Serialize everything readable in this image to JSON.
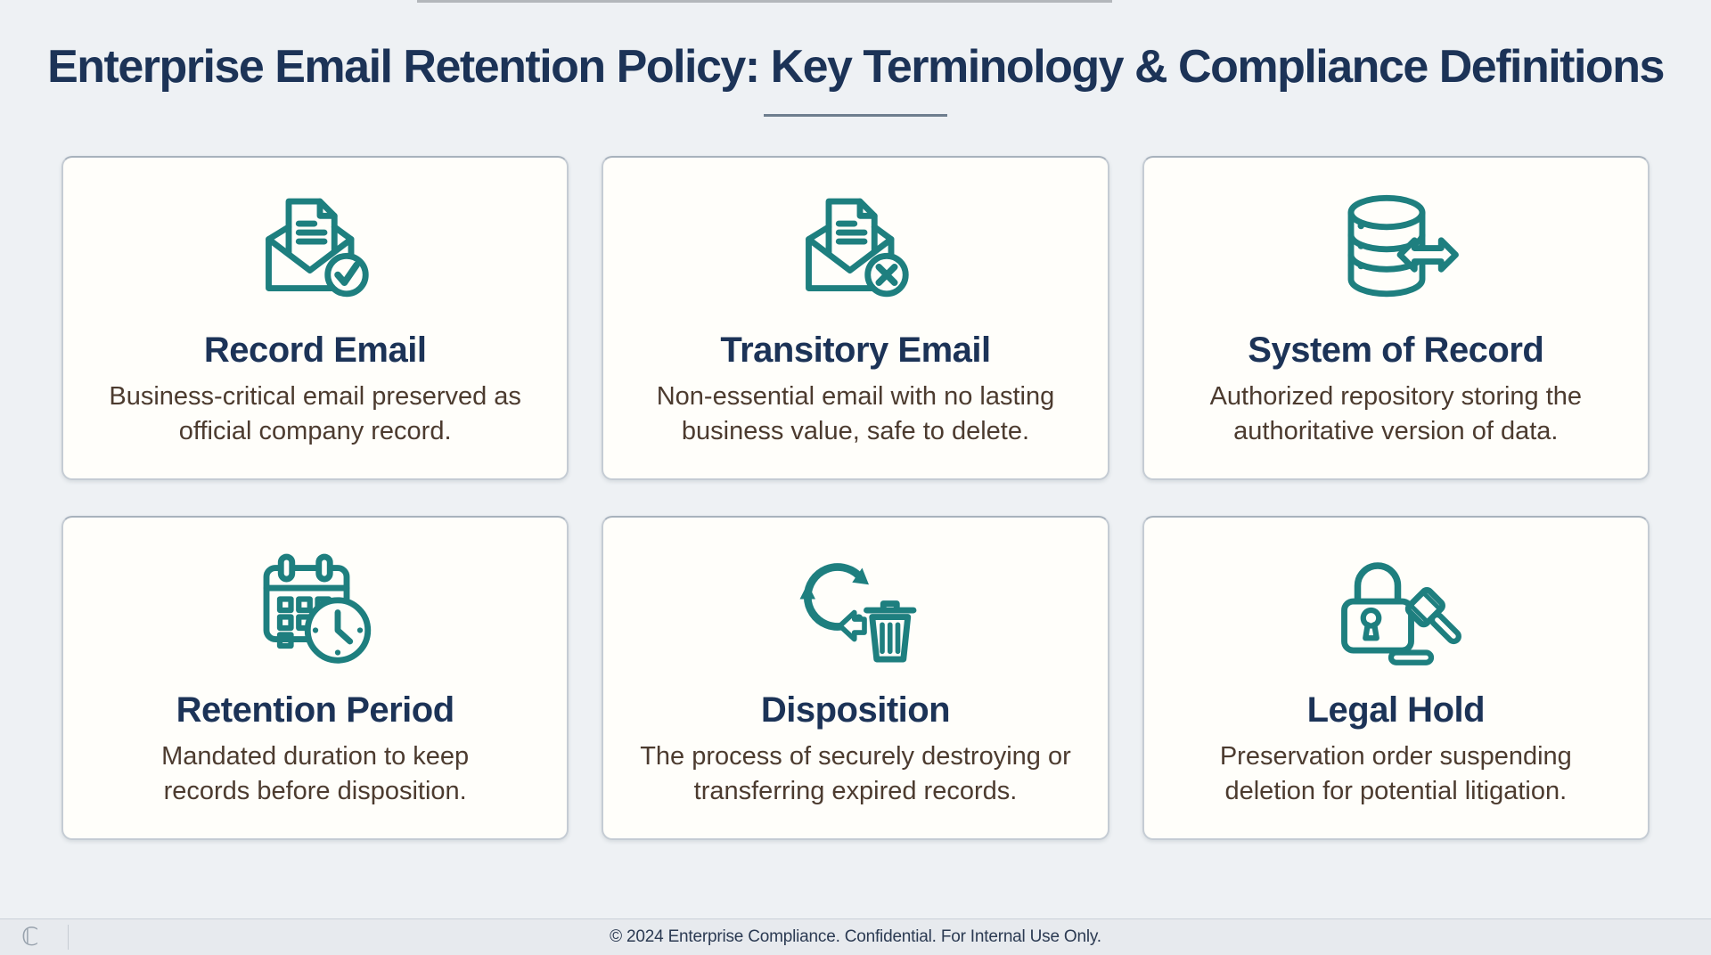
{
  "header": {
    "title": "Enterprise Email Retention Policy: Key Terminology & Compliance Definitions"
  },
  "cards": [
    {
      "title": "Record Email",
      "description": "Business-critical email preserved as official company record.",
      "icon": "envelope-document-check-icon"
    },
    {
      "title": "Transitory Email",
      "description": "Non-essential email with no lasting business value, safe to delete.",
      "icon": "envelope-document-x-icon"
    },
    {
      "title": "System of Record",
      "description": "Authorized repository storing the authoritative version of data.",
      "icon": "database-sync-arrows-icon"
    },
    {
      "title": "Retention Period",
      "description": "Mandated duration to keep records before disposition.",
      "icon": "calendar-clock-icon"
    },
    {
      "title": "Disposition",
      "description": "The process of securely destroying or transferring expired records.",
      "icon": "recycle-trash-icon"
    },
    {
      "title": "Legal Hold",
      "description": "Preservation order suspending deletion for potential litigation.",
      "icon": "padlock-gavel-icon"
    }
  ],
  "footer": {
    "copyright": "© 2024 Enterprise Compliance. Confidential. For Internal Use Only.",
    "logo_glyph": "ℂ"
  },
  "colors": {
    "accent_teal": "#1E7F7F",
    "heading_navy": "#1C3357",
    "body_brown": "#4C3B2F",
    "background": "#EEF1F4",
    "card_background": "#FFFEFA",
    "footer_background": "#E7EAEE"
  }
}
